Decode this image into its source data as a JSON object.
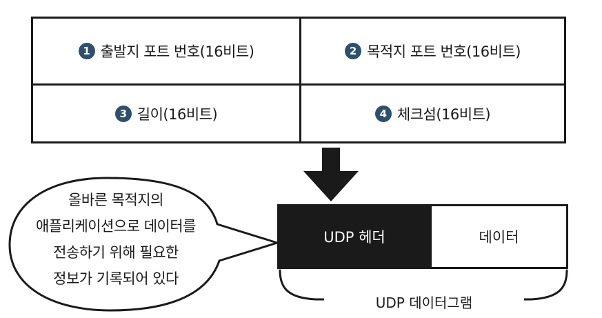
{
  "header_fields": [
    {
      "number": "1",
      "label": "출발지 포트 번호(16비트)"
    },
    {
      "number": "2",
      "label": "목적지 포트 번호(16비트)"
    },
    {
      "number": "3",
      "label": "길이(16비트)"
    },
    {
      "number": "4",
      "label": "체크섬(16비트)"
    }
  ],
  "datagram": {
    "header_label": "UDP 헤더",
    "data_label": "데이터",
    "brace_label": "UDP 데이터그램"
  },
  "callout": {
    "lines": [
      "올바른 목적지의",
      "애플리케이션으로 데이터를",
      "전송하기 위해 필요한",
      "정보가 기록되어 있다"
    ]
  },
  "colors": {
    "number_badge": "#2f4f6e",
    "header_block": "#1a1a1a"
  }
}
